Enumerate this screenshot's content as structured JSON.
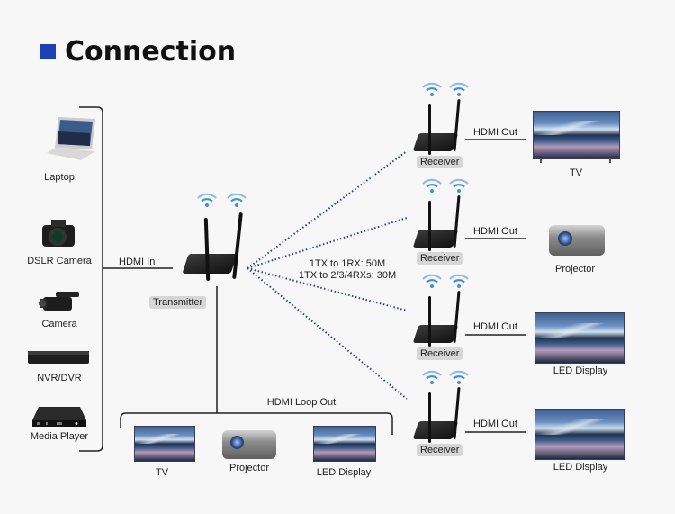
{
  "title": "Connection",
  "colors": {
    "accent": "#1d3fb5",
    "wifi": "#3f8fdc",
    "link": "#2b3f9a"
  },
  "sources": [
    {
      "label": "Laptop",
      "icon": "laptop-icon"
    },
    {
      "label": "DSLR Camera",
      "icon": "dslr-camera-icon"
    },
    {
      "label": "Camera",
      "icon": "camcorder-icon"
    },
    {
      "label": "NVR/DVR",
      "icon": "nvr-dvr-icon"
    },
    {
      "label": "Media Player",
      "icon": "media-player-icon"
    }
  ],
  "hdmi_in_label": "HDMI In",
  "transmitter": {
    "label": "Transmitter"
  },
  "range": {
    "line1": "1TX to 1RX: 50M",
    "line2": "1TX to 2/3/4RXs: 30M"
  },
  "receivers": [
    {
      "label": "Receiver",
      "link": "HDMI Out",
      "device": "TV"
    },
    {
      "label": "Receiver",
      "link": "HDMI Out",
      "device": "Projector"
    },
    {
      "label": "Receiver",
      "link": "HDMI Out",
      "device": "LED Display"
    },
    {
      "label": "Receiver",
      "link": "HDMI Out",
      "device": "LED Display"
    }
  ],
  "loop_out": {
    "label": "HDMI Loop Out",
    "devices": [
      {
        "label": "TV"
      },
      {
        "label": "Projector"
      },
      {
        "label": "LED Display"
      }
    ]
  }
}
